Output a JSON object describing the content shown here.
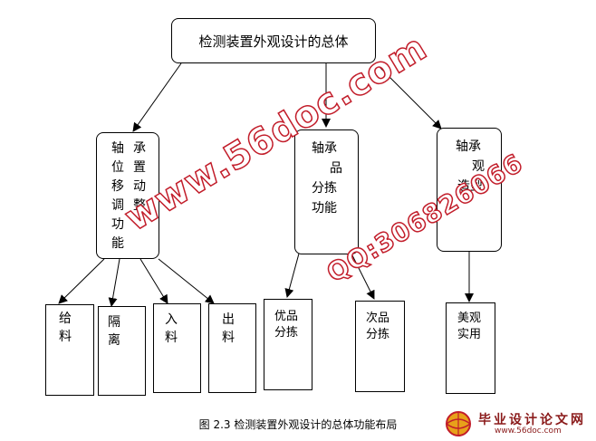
{
  "title": "检测装置外观设计的总体",
  "modules": [
    {
      "chars": [
        "轴",
        "承",
        "位",
        "置",
        "移",
        "动",
        "调",
        "整",
        "功",
        "能"
      ]
    },
    {
      "chars": [
        "轴承",
        "品",
        "分拣",
        "功能"
      ]
    },
    {
      "chars": [
        "轴承",
        "观",
        "造型"
      ]
    }
  ],
  "leaves": [
    {
      "chars": [
        "给",
        "料"
      ]
    },
    {
      "chars": [
        "隔",
        "离"
      ]
    },
    {
      "chars": [
        "入",
        "料"
      ]
    },
    {
      "chars": [
        "出",
        "料"
      ]
    },
    {
      "text": [
        "优品",
        "分拣"
      ]
    },
    {
      "text": [
        "次品",
        "分拣"
      ]
    },
    {
      "text": [
        "美观",
        "实用"
      ]
    }
  ],
  "caption": "图 2.3 检测装置外观设计的总体功能布局",
  "watermarks": [
    "www.56doc.com",
    "QQ:306826066"
  ],
  "logo": {
    "main": "毕业设计论文网",
    "url": "www.56doc.com"
  },
  "colors": {
    "watermark": "#c21d2a",
    "line": "#000000"
  }
}
